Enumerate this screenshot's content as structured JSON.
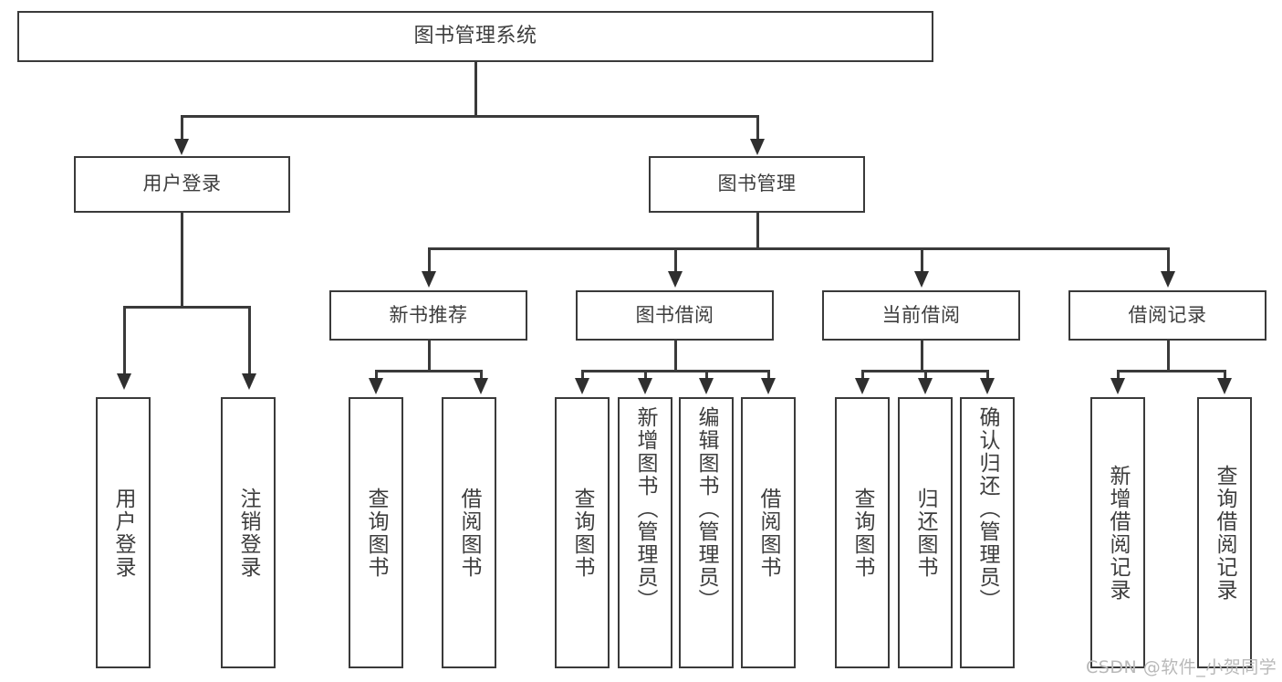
{
  "diagram": {
    "title": "图书管理系统",
    "type": "function-structure-tree",
    "root": {
      "label": "图书管理系统"
    },
    "level1": [
      {
        "label": "用户登录"
      },
      {
        "label": "图书管理"
      }
    ],
    "level2": [
      {
        "label": "新书推荐"
      },
      {
        "label": "图书借阅"
      },
      {
        "label": "当前借阅"
      },
      {
        "label": "借阅记录"
      }
    ],
    "leaves": {
      "user_login": [
        {
          "label": "用户登录"
        },
        {
          "label": "注销登录"
        }
      ],
      "new_book_recommend": [
        {
          "label": "查询图书"
        },
        {
          "label": "借阅图书"
        }
      ],
      "book_borrow": [
        {
          "label": "查询图书"
        },
        {
          "label": "新增图书（管理员）"
        },
        {
          "label": "编辑图书（管理员）"
        },
        {
          "label": "借阅图书"
        }
      ],
      "current_borrow": [
        {
          "label": "查询图书"
        },
        {
          "label": "归还图书"
        },
        {
          "label": "确认归还（管理员）"
        }
      ],
      "borrow_record": [
        {
          "label": "新增借阅记录"
        },
        {
          "label": "查询借阅记录"
        }
      ]
    }
  },
  "watermark": {
    "text": "CSDN @软件_小贺同学"
  },
  "colors": {
    "stroke": "#3a3a3a",
    "text": "#3d3d3d",
    "background": "#ffffff",
    "watermark": "#b9b9b9"
  }
}
